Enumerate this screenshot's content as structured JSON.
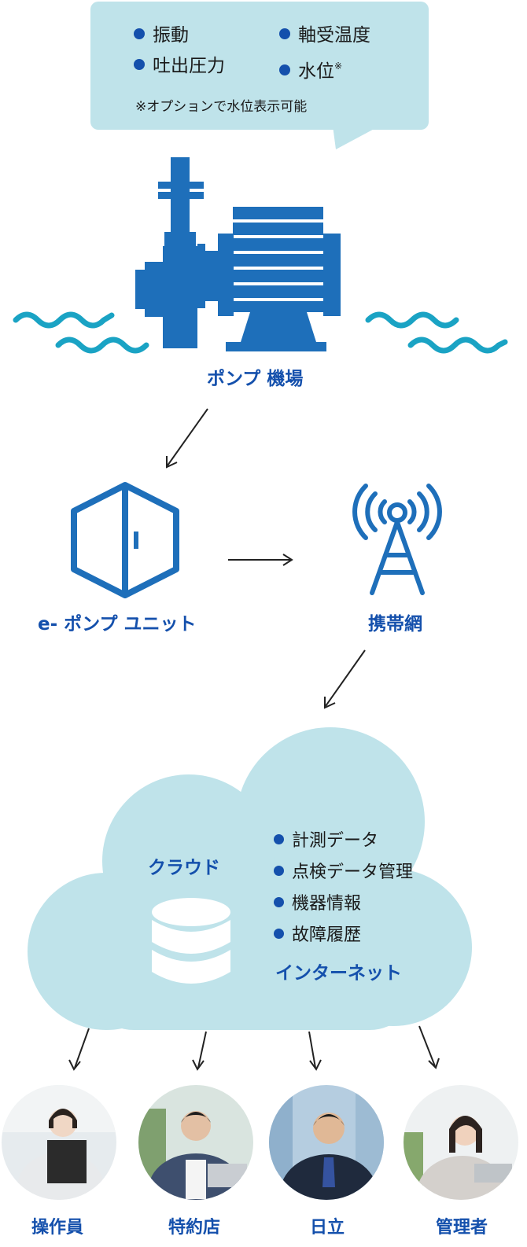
{
  "bubble": {
    "items": [
      "振動",
      "軸受温度",
      "吐出圧力",
      "水位"
    ],
    "note_mark": "※",
    "note": "※オプションで水位表示可能"
  },
  "pump": {
    "label": "ポンプ 機場"
  },
  "unit": {
    "label": "e- ポンプ ユニット"
  },
  "network": {
    "label": "携帯網"
  },
  "cloud": {
    "title": "クラウド",
    "items": [
      "計測データ",
      "点検データ管理",
      "機器情報",
      "故障履歴"
    ],
    "internet": "インターネット"
  },
  "roles": [
    "操作員",
    "特約店",
    "日立",
    "管理者"
  ],
  "colors": {
    "brand_blue": "#1450ac",
    "icon_blue": "#1e6fba",
    "wave": "#1aa3c4",
    "light_blue": "#bfe3ea"
  }
}
